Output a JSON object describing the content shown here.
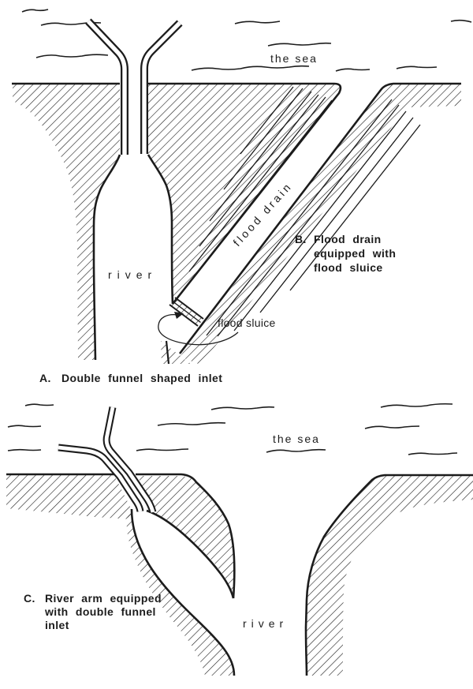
{
  "palette": {
    "ink": "#1c1c1c",
    "paper": "#ffffff"
  },
  "figure": {
    "panel_top": {
      "sea_label": "the sea",
      "river_label": "river",
      "drain_label": "flood drain",
      "sluice_label": "flood sluice",
      "caption_a_letter": "A.",
      "caption_a_text": "Double funnel shaped inlet",
      "caption_b_letter": "B.",
      "caption_b_line1": "Flood drain",
      "caption_b_line2": "equipped with",
      "caption_b_line3": "flood sluice"
    },
    "panel_bottom": {
      "sea_label": "the sea",
      "river_label": "river",
      "caption_c_letter": "C.",
      "caption_c_line1": "River arm equipped",
      "caption_c_line2": "with double funnel",
      "caption_c_line3": "inlet"
    }
  }
}
